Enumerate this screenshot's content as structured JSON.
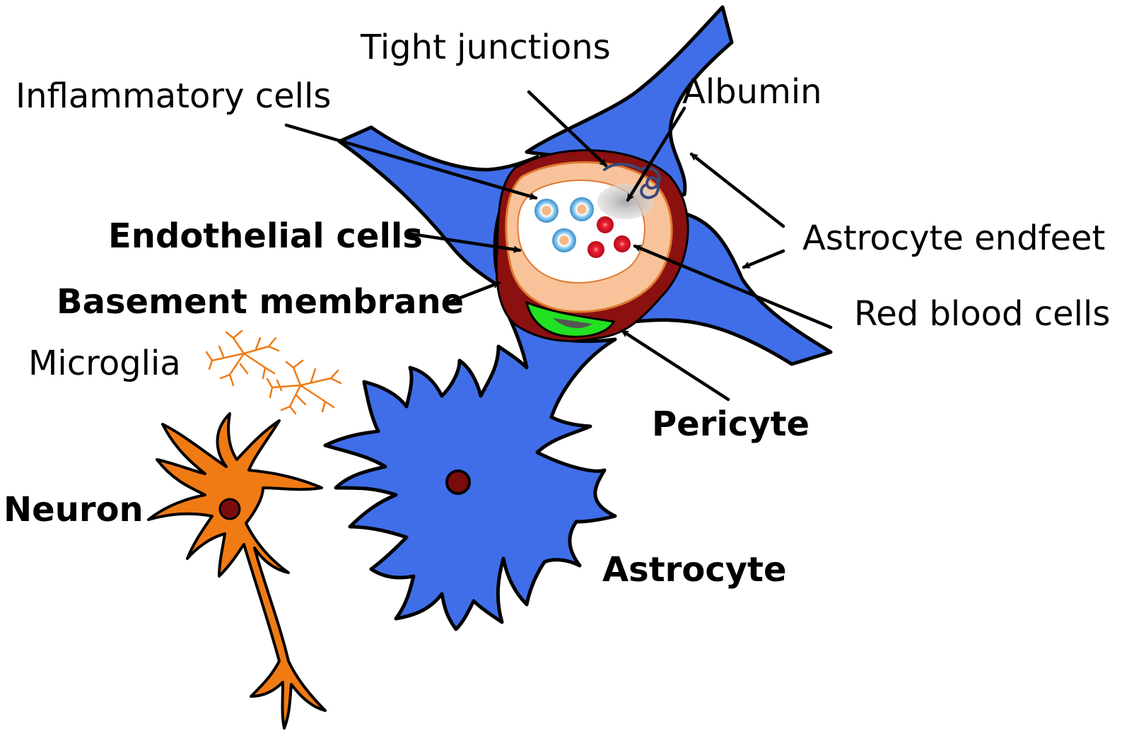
{
  "labels": {
    "tight_junctions": "Tight junctions",
    "albumin": "Albumin",
    "inflammatory_cells": "Inflammatory cells",
    "astrocyte_endfeet": "Astrocyte endfeet",
    "endothelial_cells": "Endothelial cells",
    "basement_membrane": "Basement membrane",
    "red_blood_cells": "Red blood cells",
    "microglia": "Microglia",
    "pericyte": "Pericyte",
    "neuron": "Neuron",
    "astrocyte": "Astrocyte"
  },
  "colors": {
    "astrocyte_blue": "#3f6ee8",
    "outline": "#000000",
    "basement_membrane": "#8b1010",
    "endothelium": "#f8c39a",
    "endothelium_edge": "#e07a30",
    "lumen": "#ffffff",
    "pericyte_green": "#22e022",
    "neuron_orange": "#f07a14",
    "nucleus": "#7a0c0c",
    "inflammatory_cell": "#5aaee0",
    "red_blood_cell": "#d81020",
    "albumin_gray": "#b8b8b8",
    "tight_junction": "#3a4a78"
  }
}
